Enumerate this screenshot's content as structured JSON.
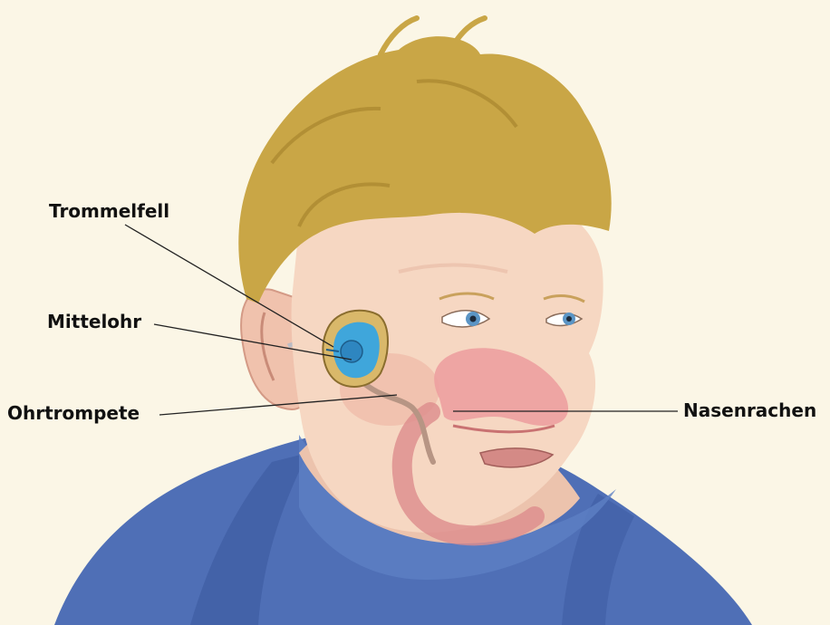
{
  "labels": {
    "trommelfell": "Trommelfell",
    "mittelohr": "Mittelohr",
    "ohrtrompete": "Ohrtrompete",
    "nasenrachen": "Nasenrachen"
  },
  "colors": {
    "background": "#fbf6e6",
    "hoodie": "#4f6fb6",
    "skin": "#f3d2bd",
    "hair": "#c9a646",
    "middle_ear": "#3fa6db",
    "label_text": "#111111",
    "leader_line": "#222222"
  }
}
